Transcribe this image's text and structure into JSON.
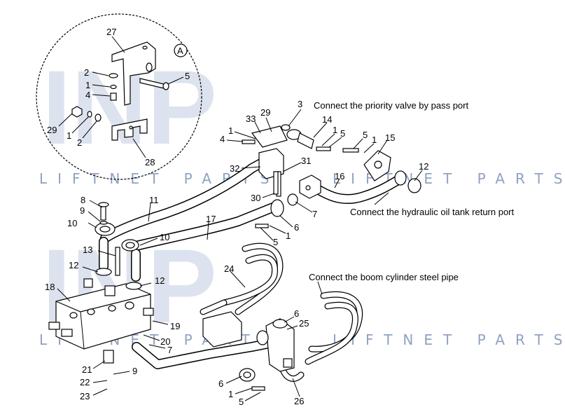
{
  "watermark": {
    "logo_text": "INP",
    "line_text": "LIFTNET PARTS"
  },
  "detail_label": "A",
  "notes": {
    "priority_valve": "Connect the priority valve by pass port",
    "tank_return": "Connect the hydraulic oil tank return port",
    "boom_cylinder": "Connect the boom cylinder steel pipe"
  },
  "labels": {
    "n27": "27",
    "n2a": "2",
    "n1a": "1",
    "n4a": "4",
    "n5a": "5",
    "n29a": "29",
    "n1b": "1",
    "n2b": "2",
    "n28": "28",
    "n3": "3",
    "n33": "33",
    "n29b": "29",
    "n1c": "1",
    "n4b": "4",
    "n14": "14",
    "n1d": "1",
    "n5b": "5",
    "n5c": "5",
    "n1e": "1",
    "n15": "15",
    "n12a": "12",
    "n32": "32",
    "n31": "31",
    "n16": "16",
    "n30": "30",
    "n7a": "7",
    "n8": "8",
    "n9a": "9",
    "n10a": "10",
    "n11": "11",
    "n17": "17",
    "n6a": "6",
    "n1f": "1",
    "n5d": "5",
    "n10b": "10",
    "n13": "13",
    "n12b": "12",
    "n24": "24",
    "n12c": "12",
    "n18": "18",
    "n19": "19",
    "n20": "20",
    "n7b": "7",
    "n21": "21",
    "n9b": "9",
    "n22": "22",
    "n23": "23",
    "n6b": "6",
    "n25": "25",
    "n6c": "6",
    "n1g": "1",
    "n5e": "5",
    "n26": "26"
  }
}
